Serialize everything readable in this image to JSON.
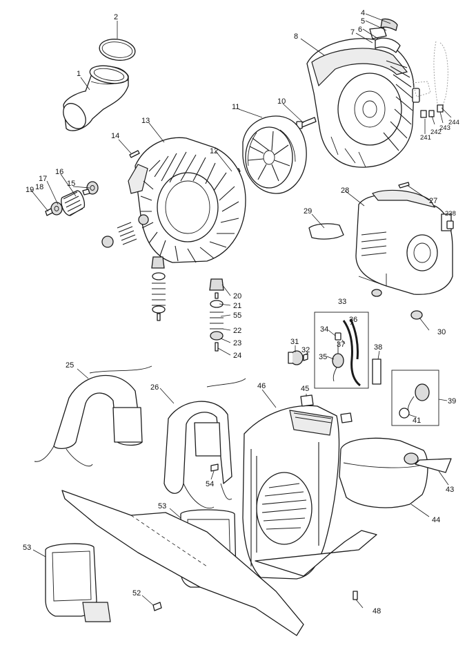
{
  "diagram": {
    "callouts": [
      {
        "id": "c1",
        "text": "1"
      },
      {
        "id": "c2",
        "text": "2"
      },
      {
        "id": "c4",
        "text": "4"
      },
      {
        "id": "c5",
        "text": "5"
      },
      {
        "id": "c6",
        "text": "6"
      },
      {
        "id": "c7",
        "text": "7"
      },
      {
        "id": "c8",
        "text": "8"
      },
      {
        "id": "c10",
        "text": "10"
      },
      {
        "id": "c11",
        "text": "11"
      },
      {
        "id": "c12",
        "text": "12"
      },
      {
        "id": "c13",
        "text": "13"
      },
      {
        "id": "c14",
        "text": "14"
      },
      {
        "id": "c15",
        "text": "15"
      },
      {
        "id": "c16",
        "text": "16"
      },
      {
        "id": "c17",
        "text": "17"
      },
      {
        "id": "c18",
        "text": "18"
      },
      {
        "id": "c19",
        "text": "19"
      },
      {
        "id": "c20",
        "text": "20"
      },
      {
        "id": "c21",
        "text": "21"
      },
      {
        "id": "c55",
        "text": "55"
      },
      {
        "id": "c22",
        "text": "22"
      },
      {
        "id": "c23",
        "text": "23"
      },
      {
        "id": "c24",
        "text": "24"
      },
      {
        "id": "c27",
        "text": "27"
      },
      {
        "id": "c28",
        "text": "28"
      },
      {
        "id": "c29",
        "text": "29"
      },
      {
        "id": "c238",
        "text": "238"
      },
      {
        "id": "c30",
        "text": "30"
      },
      {
        "id": "c241",
        "text": "241"
      },
      {
        "id": "c242",
        "text": "242"
      },
      {
        "id": "c243",
        "text": "243"
      },
      {
        "id": "c244",
        "text": "244"
      },
      {
        "id": "c33",
        "text": "33"
      },
      {
        "id": "c34",
        "text": "34"
      },
      {
        "id": "c36",
        "text": "36"
      },
      {
        "id": "c37",
        "text": "37"
      },
      {
        "id": "c35",
        "text": "35"
      },
      {
        "id": "c31",
        "text": "31"
      },
      {
        "id": "c32",
        "text": "32"
      },
      {
        "id": "c38",
        "text": "38"
      },
      {
        "id": "c39",
        "text": "39"
      },
      {
        "id": "c41",
        "text": "41"
      },
      {
        "id": "c45",
        "text": "45"
      },
      {
        "id": "c46",
        "text": "46"
      },
      {
        "id": "c25",
        "text": "25"
      },
      {
        "id": "c26",
        "text": "26"
      },
      {
        "id": "c54",
        "text": "54"
      },
      {
        "id": "c43",
        "text": "43"
      },
      {
        "id": "c44",
        "text": "44"
      },
      {
        "id": "c53a",
        "text": "53"
      },
      {
        "id": "c53b",
        "text": "53"
      },
      {
        "id": "c52",
        "text": "52"
      },
      {
        "id": "c48",
        "text": "48"
      }
    ]
  }
}
